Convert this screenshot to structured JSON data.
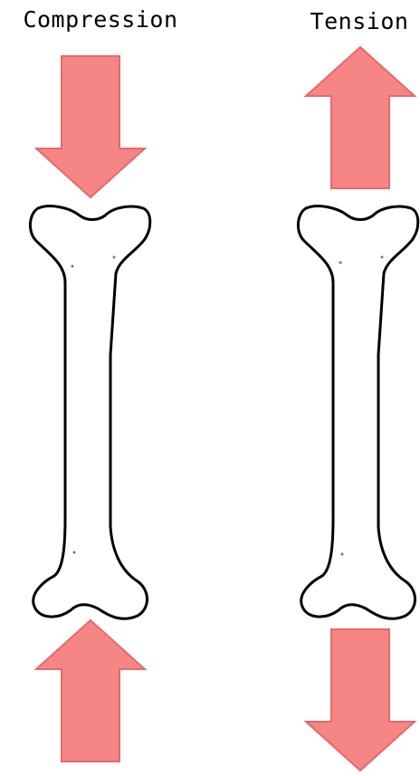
{
  "panels": [
    {
      "title": "Compression",
      "arrow_top": "down-arrow",
      "arrow_bottom": "up-arrow"
    },
    {
      "title": "Tension",
      "arrow_top": "up-arrow",
      "arrow_bottom": "down-arrow"
    }
  ],
  "colors": {
    "arrow_fill": "#f68585",
    "arrow_stroke": "#e56a6a",
    "bone_fill": "#ffffff",
    "bone_stroke": "#000000",
    "background": "#ffffff"
  }
}
